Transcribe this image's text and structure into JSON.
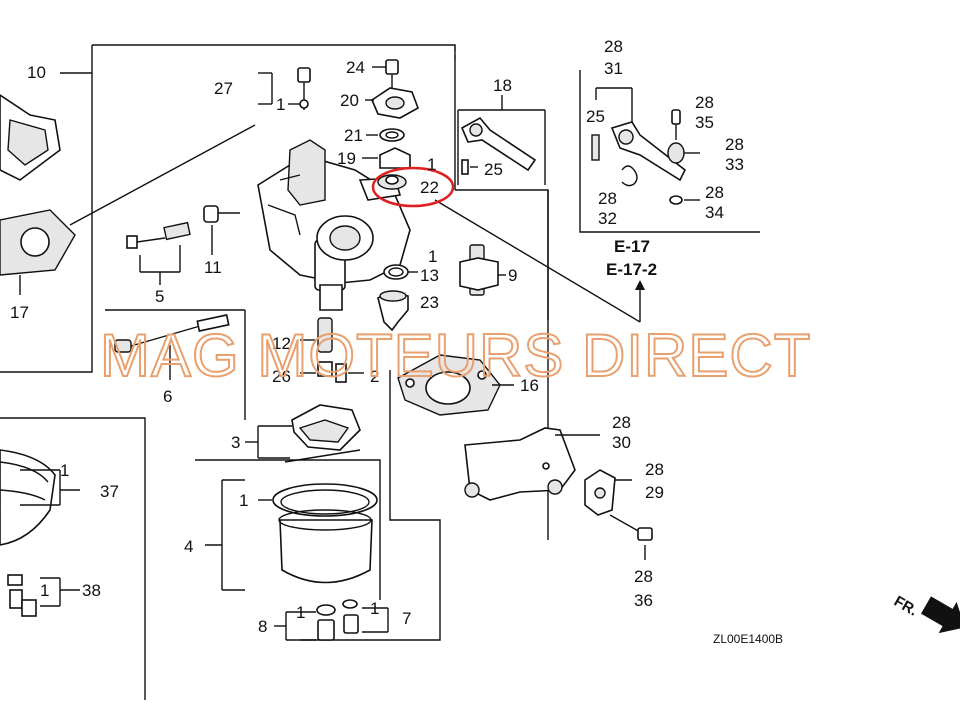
{
  "diagram": {
    "code": "ZL00E1400B",
    "direction_label": "FR.",
    "watermark": "MAG MOTEURS DIRECT",
    "ref_line1": "E-17",
    "ref_line2": "E-17-2",
    "highlight_color": "#e02020",
    "watermark_color": "#e9a06f",
    "labels": {
      "l10": "10",
      "l17": "17",
      "l5": "5",
      "l6": "6",
      "l11": "11",
      "l27": "27",
      "l27_1": "1",
      "l24": "24",
      "l20": "20",
      "l21": "21",
      "l19": "19",
      "l19_1": "1",
      "l22": "22",
      "l18": "18",
      "l25a": "25",
      "l13_1": "1",
      "l13": "13",
      "l23": "23",
      "l9": "9",
      "l12": "12",
      "l26": "26",
      "l2": "2",
      "l16": "16",
      "l3": "3",
      "l37_1": "1",
      "l37": "37",
      "l38_1": "1",
      "l38": "38",
      "l4": "4",
      "l4_1": "1",
      "l8": "8",
      "l8_1": "1",
      "l7_1": "1",
      "l7": "7",
      "l28a": "28",
      "l31": "31",
      "l25b": "25",
      "l28b": "28",
      "l35": "35",
      "l28c": "28",
      "l33": "33",
      "l28d": "28",
      "l32": "32",
      "l28e": "28",
      "l34": "34",
      "l28f": "28",
      "l30": "30",
      "l28g": "28",
      "l29": "29",
      "l28h": "28",
      "l36": "36"
    }
  }
}
